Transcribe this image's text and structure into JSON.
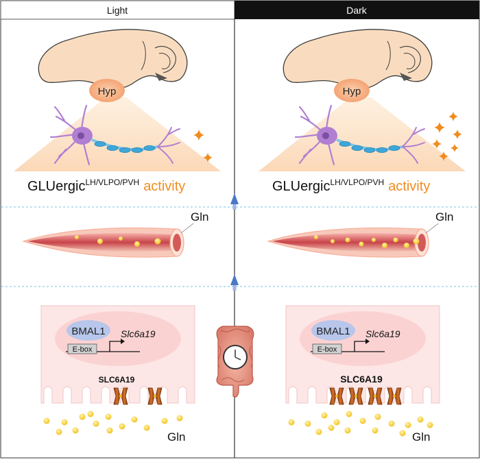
{
  "headers": {
    "light": "Light",
    "dark": "Dark"
  },
  "brain": {
    "hyp_label": "Hyp",
    "activity_prefix": "GLUergic",
    "activity_superscript": "LH/VLPO/PVH",
    "activity_word": "activity"
  },
  "vessel": {
    "label": "Gln"
  },
  "cell": {
    "bmal_label": "BMAL1",
    "gene_label": "Slc6a19",
    "ebox_label": "E-box",
    "transporter_label": "SLC6A19",
    "lumen_label": "Gln"
  },
  "colors": {
    "accent_orange": "#f08c1e",
    "brain_fill": "#f9dcbf",
    "hyp_fill": "#f6b184",
    "neuron": "#b07fd1",
    "axon_blue": "#3fa7d8",
    "vessel_red": "#c8444a",
    "gln_yellow": "#f5c518",
    "bmal_blue": "#b7c6ea",
    "transporter_brown": "#b85a1a",
    "cell_pink": "#fde6e6",
    "dashed_cyan": "#8fd1e6",
    "arrow_blue": "#4a78c6"
  },
  "panels": [
    {
      "name": "light",
      "sparkle_count": 2,
      "transporter_count": 2,
      "transporter_emphasis": false
    },
    {
      "name": "dark",
      "sparkle_count": 6,
      "transporter_count": 4,
      "transporter_emphasis": true
    }
  ]
}
